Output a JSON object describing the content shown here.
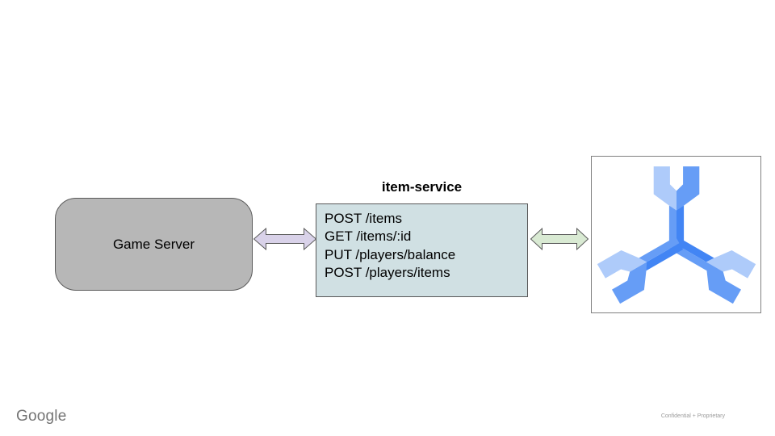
{
  "nodes": {
    "game_server": {
      "label": "Game Server",
      "fill": "#b7b7b7",
      "border_color": "#595959"
    },
    "item_service": {
      "title": "item-service",
      "fill": "#d0e0e3",
      "border_color": "#595959",
      "endpoints": [
        "POST /items",
        "GET /items/:id",
        "PUT /players/balance",
        "POST /players/items"
      ]
    },
    "spanner_logo": {
      "icon": "cloud-spanner-icon",
      "frame_border_color": "#808080",
      "colors": {
        "light": "#aecbfa",
        "mid": "#669df6",
        "dark": "#4285f4"
      }
    }
  },
  "arrows": {
    "left": {
      "fill": "#d9d2e9",
      "stroke": "#595959"
    },
    "right": {
      "fill": "#d9ead3",
      "stroke": "#595959"
    }
  },
  "footer": {
    "brand": "Google",
    "note": "Confidential + Proprietary"
  }
}
